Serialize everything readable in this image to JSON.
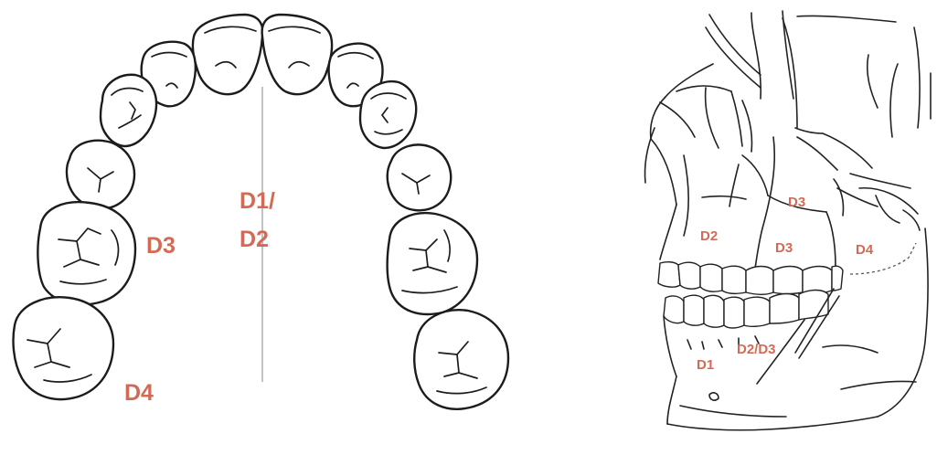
{
  "colors": {
    "label": "#d46a55",
    "line": "#1c1c1c",
    "midline": "#b4b4b4",
    "background": "#ffffff"
  },
  "dental_arch": {
    "label_d1d2_line1": "D1/",
    "label_d1d2_line2": "D2",
    "label_d3": "D3",
    "label_d4": "D4"
  },
  "skull_lateral": {
    "label_d2": "D2",
    "label_d3_upper": "D3",
    "label_d3_lower": "D3",
    "label_d4": "D4",
    "label_d1": "D1",
    "label_d2d3": "D2/D3"
  }
}
